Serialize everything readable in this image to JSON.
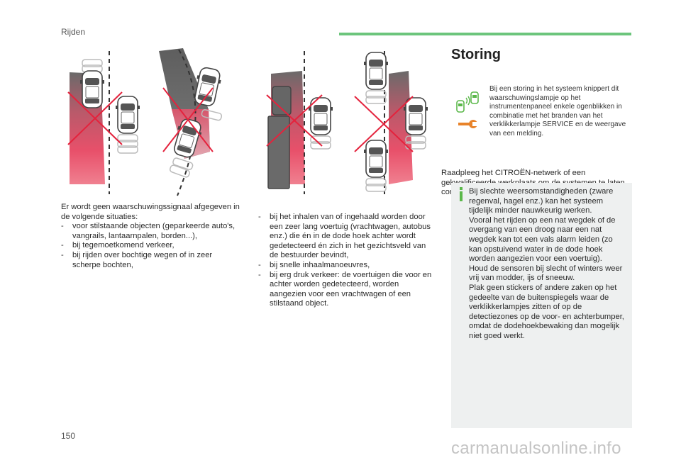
{
  "header": {
    "section_title": "Rijden"
  },
  "left_column": {
    "intro": "Er wordt geen waarschuwingssignaal afgegeven in de volgende situaties:",
    "items": [
      "voor stilstaande objecten (geparkeerde auto's, vangrails, lantaarnpalen, borden...),",
      "bij tegemoetkomend verkeer,",
      "bij rijden over bochtige wegen of in zeer scherpe bochten,"
    ]
  },
  "middle_column": {
    "items": [
      "bij het inhalen van of ingehaald worden door een zeer lang voertuig (vrachtwagen, autobus enz.) die én in de dode hoek achter wordt gedetecteerd én zich in het gezichtsveld van de bestuurder bevindt,",
      "bij snelle inhaalmanoeuvres,",
      "bij erg druk verkeer: de voertuigen die voor en achter worden gedetecteerd, worden aangezien voor een vrachtwagen of een stilstaand object."
    ]
  },
  "storing": {
    "title": "Storing",
    "warning_text": "Bij een storing in het systeem knippert dit waarschuwingslampje op het instrumentenpaneel enkele ogenblikken in combinatie met het branden van het verklikkerlampje SERVICE en de weergave van een melding.",
    "advice": "Raadpleeg het CITROËN-netwerk of een gekwalificeerde werkplaats om de systemen te laten controleren.",
    "info_paragraphs": [
      "Bij slechte weersomstandigheden (zware regenval, hagel enz.) kan het systeem tijdelijk minder nauwkeurig werken.",
      "Vooral het rijden op een nat wegdek of de overgang van een droog naar een nat wegdek kan tot een vals alarm leiden (zo kan opstuivend water in de dode hoek worden aangezien voor een voertuig).",
      "Houd de sensoren bij slecht of winters weer vrij van modder, ijs of sneeuw.",
      "Plak geen stickers of andere zaken op het gedeelte van de buitenspiegels waar de verklikkerlampjes zitten of op de detectiezones op de voor- en achterbumper, omdat de dodehoekbewaking dan mogelijk niet goed werkt."
    ]
  },
  "footer": {
    "page_number": "150",
    "watermark": "carmanualsonline.info"
  },
  "colors": {
    "accent_green": "#6cc57c",
    "zone_red": "#e8506a",
    "cross_red": "#e4233d",
    "icon_green": "#5bb84a",
    "icon_orange": "#e8832a",
    "info_box": "#eef0f0"
  },
  "icons": [
    "blind-spot-warning-icon",
    "wrench-icon",
    "info-icon"
  ]
}
